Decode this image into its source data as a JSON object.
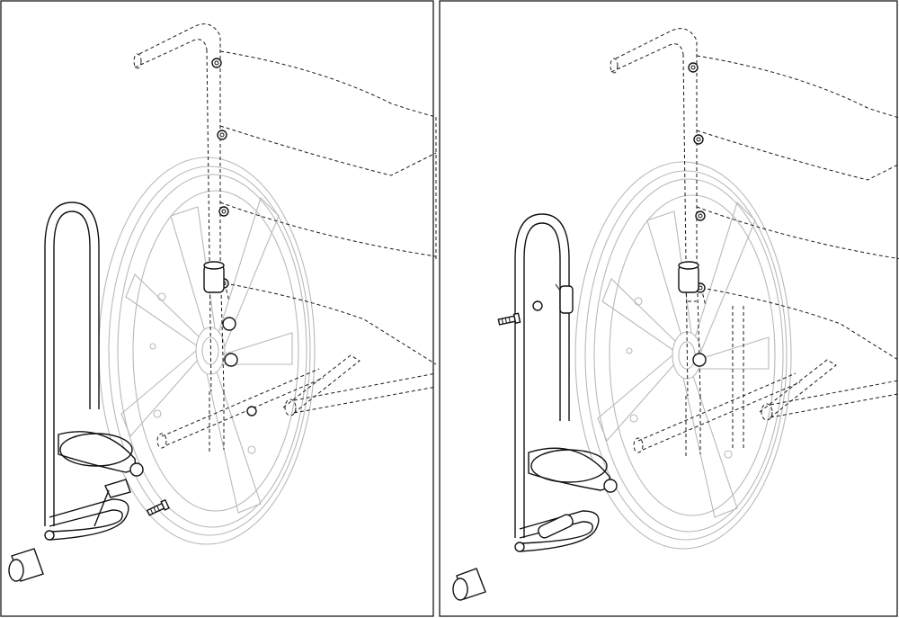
{
  "figure": {
    "panels": [
      {
        "id": "left",
        "state": "exploded"
      },
      {
        "id": "right",
        "state": "assembled"
      }
    ],
    "colors": {
      "line": "#111111",
      "wheel": "#b9b9b9",
      "background": "#ffffff"
    },
    "icons": [
      "oxygen-tank-holder-icon",
      "wheelchair-wheel-icon",
      "mounting-screw-icon",
      "end-cap-icon",
      "tank-strap-icon"
    ]
  }
}
